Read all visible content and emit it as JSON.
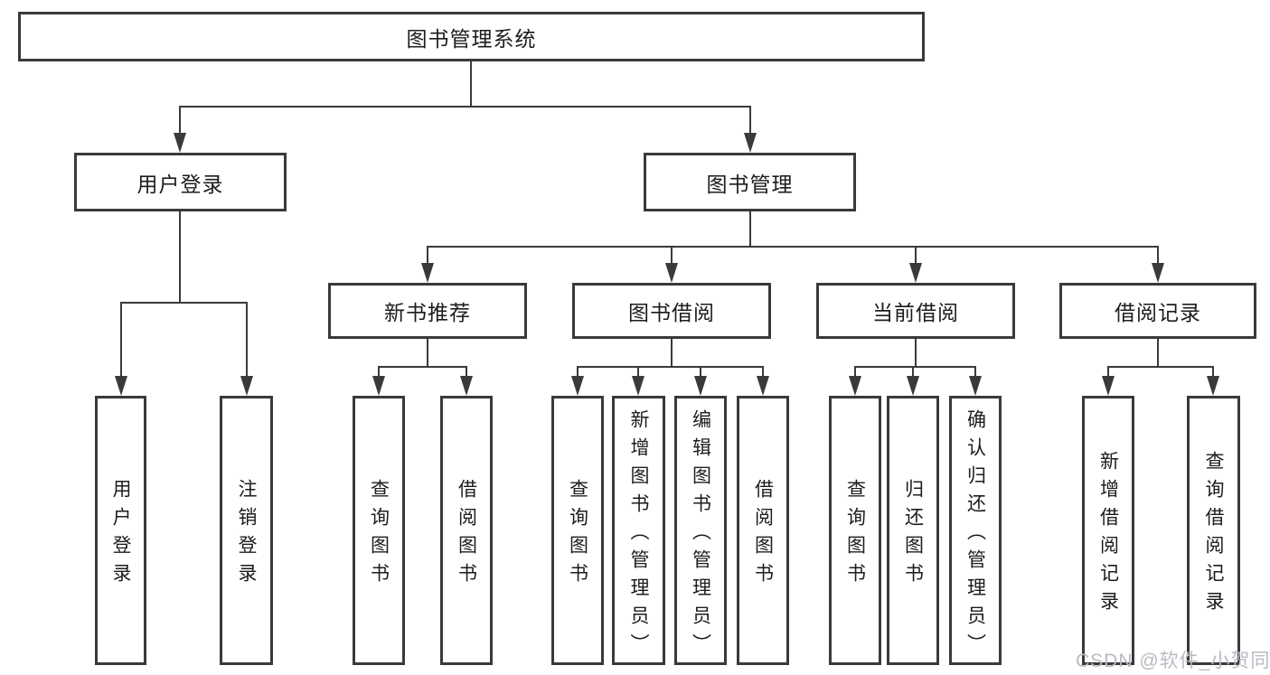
{
  "colors": {
    "line": "#3a3a3a",
    "text": "#1c1c1c",
    "watermark": "#b9bac3"
  },
  "watermark": {
    "text": "CSDN @软件_小贺同学"
  },
  "tree": {
    "label": "图书管理系统",
    "children": [
      {
        "label": "用户登录",
        "children": [
          {
            "label": "用户登录"
          },
          {
            "label": "注销登录"
          }
        ]
      },
      {
        "label": "图书管理",
        "children": [
          {
            "label": "新书推荐",
            "children": [
              {
                "label": "查询图书"
              },
              {
                "label": "借阅图书"
              }
            ]
          },
          {
            "label": "图书借阅",
            "children": [
              {
                "label": "查询图书"
              },
              {
                "label": "新增图书（管理员）"
              },
              {
                "label": "编辑图书（管理员）"
              },
              {
                "label": "借阅图书"
              }
            ]
          },
          {
            "label": "当前借阅",
            "children": [
              {
                "label": "查询图书"
              },
              {
                "label": "归还图书"
              },
              {
                "label": "确认归还（管理员）"
              }
            ]
          },
          {
            "label": "借阅记录",
            "children": [
              {
                "label": "新增借阅记录"
              },
              {
                "label": "查询借阅记录"
              }
            ]
          }
        ]
      }
    ]
  }
}
